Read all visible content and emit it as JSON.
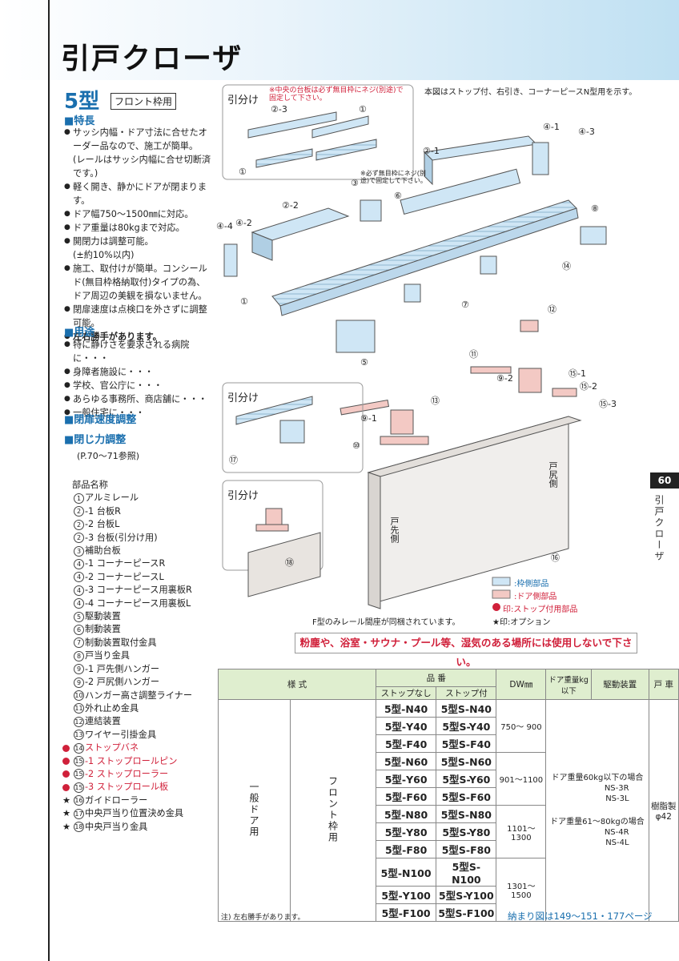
{
  "page": {
    "title": "引戸クローザ",
    "model": "5型",
    "model_sub": "フロント枠用",
    "page_number": "60",
    "side_label": "引戸クローザ"
  },
  "features": {
    "heading": "■特長",
    "items": [
      "サッシ内幅・ドア寸法に合せたオーダー品なので、施工が簡単。",
      "(レールはサッシ内幅に合せ切断済です。)",
      "軽く開き、静かにドアが閉まります。",
      "ドア幅750〜1500㎜に対応。",
      "ドア重量は80kgまで対応。",
      "開閉力は調整可能。",
      "(±約10%以内)",
      "施工、取付けが簡単。コンシールド(無目枠格納取付)タイプの為、ドア周辺の美観を損ないません。",
      "閉扉速度は点検口を外さずに調整可能。",
      "左右勝手があります。"
    ]
  },
  "uses": {
    "heading": "■用途",
    "items": [
      "特に静けさを要求される病院に・・・",
      "身障者施設に・・・",
      "学校、官公庁に・・・",
      "あらゆる事務所、商店舗に・・・",
      "一般住宅に・・・"
    ]
  },
  "adjust": {
    "speed": "■閉扉速度調整",
    "force": "■閉じ力調整",
    "ref": "(P.70〜71参照)"
  },
  "parts": {
    "heading": "部品名称",
    "items": [
      {
        "mark": "",
        "num": "1",
        "text": "アルミレール"
      },
      {
        "mark": "",
        "num": "2",
        "text": "-1 台板R"
      },
      {
        "mark": "",
        "num": "2",
        "text": "-2 台板L"
      },
      {
        "mark": "",
        "num": "2",
        "text": "-3 台板(引分け用)"
      },
      {
        "mark": "",
        "num": "3",
        "text": "補助台板"
      },
      {
        "mark": "",
        "num": "4",
        "text": "-1 コーナーピースR"
      },
      {
        "mark": "",
        "num": "4",
        "text": "-2 コーナーピースL"
      },
      {
        "mark": "",
        "num": "4",
        "text": "-3 コーナーピース用裏板R"
      },
      {
        "mark": "",
        "num": "4",
        "text": "-4 コーナーピース用裏板L"
      },
      {
        "mark": "",
        "num": "5",
        "text": "駆動装置"
      },
      {
        "mark": "",
        "num": "6",
        "text": "制動装置"
      },
      {
        "mark": "",
        "num": "7",
        "text": "制動装置取付金具"
      },
      {
        "mark": "",
        "num": "8",
        "text": "戸当り金具"
      },
      {
        "mark": "",
        "num": "9",
        "text": "-1 戸先側ハンガー"
      },
      {
        "mark": "",
        "num": "9",
        "text": "-2 戸尻側ハンガー"
      },
      {
        "mark": "",
        "num": "10",
        "text": "ハンガー高さ調整ライナー"
      },
      {
        "mark": "",
        "num": "11",
        "text": "外れ止め金具"
      },
      {
        "mark": "",
        "num": "12",
        "text": "連結装置"
      },
      {
        "mark": "",
        "num": "13",
        "text": "ワイヤー引掛金具"
      },
      {
        "mark": "S",
        "num": "14",
        "text": "ストップバネ"
      },
      {
        "mark": "S",
        "num": "15",
        "text": "-1 ストップロールピン"
      },
      {
        "mark": "S",
        "num": "15",
        "text": "-2 ストップローラー"
      },
      {
        "mark": "S",
        "num": "15",
        "text": "-3 ストップロール板"
      },
      {
        "mark": "★",
        "num": "16",
        "text": "ガイドローラー"
      },
      {
        "mark": "★",
        "num": "17",
        "text": "中央戸当り位置決め金具"
      },
      {
        "mark": "★",
        "num": "18",
        "text": "中央戸当り金具"
      }
    ]
  },
  "diagram": {
    "caption_main": "本図はストップ付、右引き、コーナーピースN型用を示す。",
    "inset_label": "引分け",
    "note_center": "※中央の台板は必ず無目枠にネジ(別途)で固定して下さい。",
    "note_small": "※必ず無目枠にネジ(別途)で固定して下さい。",
    "door_tail": "戸尻側",
    "door_front": "戸先側",
    "legend_frame": ":枠側部品",
    "legend_door": ":ドア側部品",
    "legend_stop": "印:ストップ付用部品",
    "legend_option": "★印:オプション",
    "rail_note": "F型のみレール間座が同梱されています。",
    "labels": [
      "②-3",
      "①",
      "①",
      "④-1",
      "④-3",
      "②-1",
      "③",
      "⑥",
      "②-2",
      "④-2",
      "④-4",
      "⑧",
      "⑭",
      "①",
      "⑦",
      "⑤",
      "⑫",
      "⑪",
      "⑨-2",
      "⑮-1",
      "⑮-2",
      "⑮-3",
      "⑬",
      "⑨-1",
      "⑩",
      "⑯",
      "⑰",
      "⑱"
    ]
  },
  "warning": "粉塵や、浴室・サウナ・プール等、湿気のある場所には使用しないで下さい。",
  "spec_table": {
    "headers": {
      "style": "様 式",
      "product": "品 番",
      "no_stop": "ストップなし",
      "with_stop": "ストップ付",
      "dw": "DW㎜",
      "weight": "ドア重量kg以下",
      "drive": "駆動装置",
      "roller": "戸 車"
    },
    "style_main": "一般ドア用",
    "style_sub": "フロント枠用",
    "rows": [
      [
        "5型-N40",
        "5型S-N40"
      ],
      [
        "5型-Y40",
        "5型S-Y40"
      ],
      [
        "5型-F40",
        "5型S-F40"
      ],
      [
        "5型-N60",
        "5型S-N60"
      ],
      [
        "5型-Y60",
        "5型S-Y60"
      ],
      [
        "5型-F60",
        "5型S-F60"
      ],
      [
        "5型-N80",
        "5型S-N80"
      ],
      [
        "5型-Y80",
        "5型S-Y80"
      ],
      [
        "5型-F80",
        "5型S-F80"
      ],
      [
        "5型-N100",
        "5型S-N100"
      ],
      [
        "5型-Y100",
        "5型S-Y100"
      ],
      [
        "5型-F100",
        "5型S-F100"
      ]
    ],
    "dw_ranges": [
      "750〜 900",
      "901〜1100",
      "1101〜1300",
      "1301〜1500"
    ],
    "drive_a": "ドア重量60kg以下の場合",
    "drive_a_models": [
      "NS-3R",
      "NS-3L"
    ],
    "drive_b": "ドア重量61〜80kgの場合",
    "drive_b_models": [
      "NS-4R",
      "NS-4L"
    ],
    "roller": "樹脂製",
    "roller_dia": "φ42"
  },
  "footer": {
    "note": "注) 左右勝手があります。",
    "pages": "納まり図は149〜151・177ページ"
  },
  "colors": {
    "accent_blue": "#1a6fae",
    "warning_red": "#d0203a",
    "frame_part": "#cfe6f5",
    "door_part": "#f3c9c4"
  }
}
